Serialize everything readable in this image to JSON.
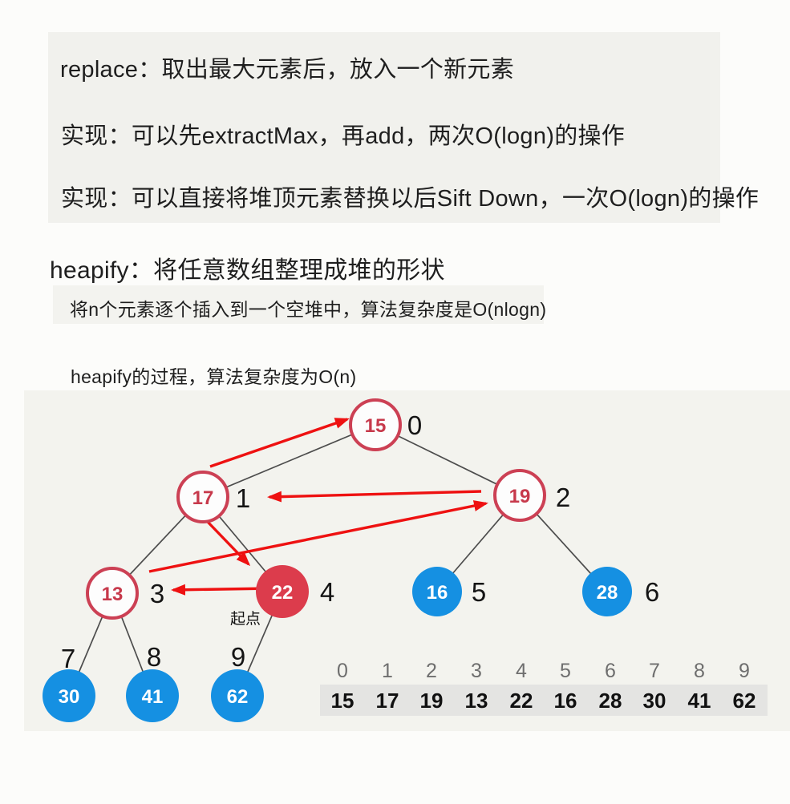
{
  "header": {
    "replace_line": "replace：取出最大元素后，放入一个新元素",
    "impl_line1": "实现：可以先extractMax，再add，两次O(logn)的操作",
    "impl_line2": "实现：可以直接将堆顶元素替换以后Sift Down，一次O(logn)的操作",
    "heapify_title": "heapify：将任意数组整理成堆的形状",
    "heapify_note1": "将n个元素逐个插入到一个空堆中，算法复杂度是O(nlogn)",
    "heapify_note2": "heapify的过程，算法复杂度为O(n)"
  },
  "tree": {
    "start_label": "起点",
    "nodes": [
      {
        "value": "15",
        "index": "0",
        "style": "ring"
      },
      {
        "value": "17",
        "index": "1",
        "style": "ring"
      },
      {
        "value": "19",
        "index": "2",
        "style": "ring"
      },
      {
        "value": "13",
        "index": "3",
        "style": "ring"
      },
      {
        "value": "22",
        "index": "4",
        "style": "red-filled"
      },
      {
        "value": "16",
        "index": "5",
        "style": "blue-filled"
      },
      {
        "value": "28",
        "index": "6",
        "style": "blue-filled"
      },
      {
        "value": "30",
        "index": "7",
        "style": "blue-filled"
      },
      {
        "value": "41",
        "index": "8",
        "style": "blue-filled"
      },
      {
        "value": "62",
        "index": "9",
        "style": "blue-filled"
      }
    ],
    "edges": [
      "0-1",
      "0-2",
      "1-3",
      "1-4",
      "2-5",
      "2-6",
      "3-7",
      "3-8",
      "4-9"
    ],
    "arrows": [
      "4→3",
      "3→2",
      "2→1",
      "1→0",
      "1→4"
    ]
  },
  "array": {
    "indices": [
      "0",
      "1",
      "2",
      "3",
      "4",
      "5",
      "6",
      "7",
      "8",
      "9"
    ],
    "values": [
      "15",
      "17",
      "19",
      "13",
      "22",
      "16",
      "28",
      "30",
      "41",
      "62"
    ]
  },
  "colors": {
    "node_ring": "#cc4054",
    "node_red_fill": "#dc3c4c",
    "node_blue_fill": "#1590e2",
    "arrow_red": "#ee1111",
    "edge_gray": "#4d4d4d",
    "array_band": "#e4e4e2"
  }
}
